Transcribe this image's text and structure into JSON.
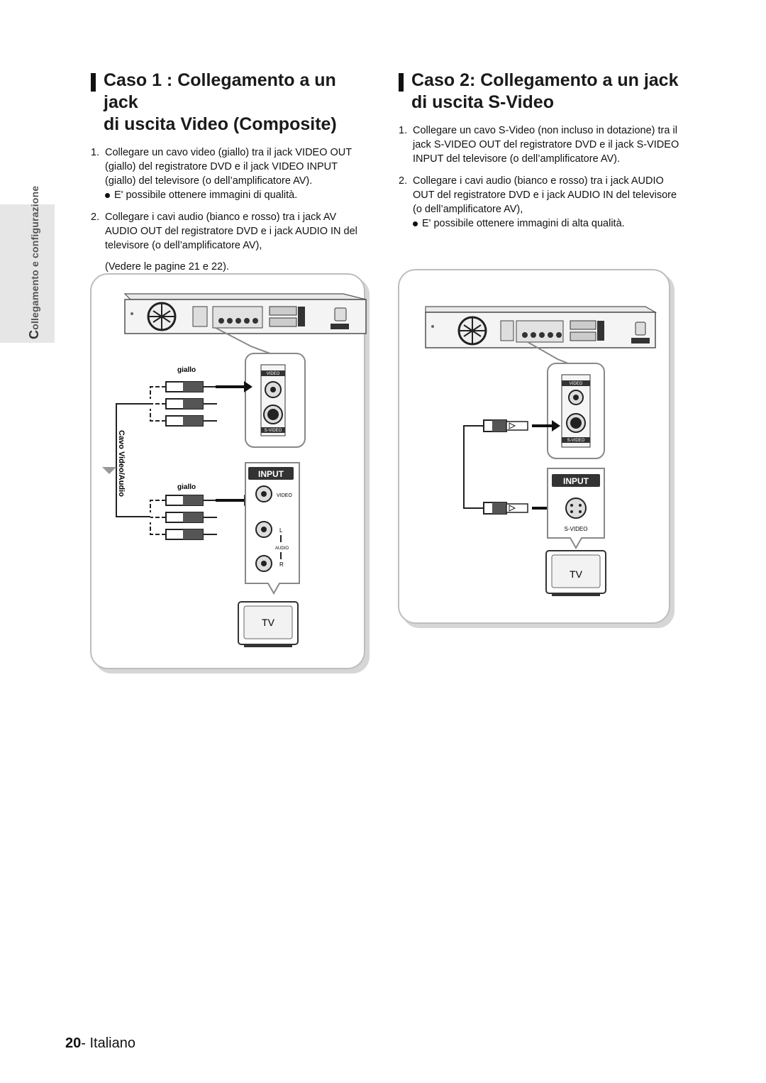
{
  "side_tab": {
    "first_letter": "C",
    "rest": "ollegamento e configurazione"
  },
  "case1": {
    "title_line1": "Caso 1 : Collegamento a un jack",
    "title_line2": "di uscita Video (Composite)",
    "step1_num": "1.",
    "step1_text": "Collegare un cavo video (giallo) tra il jack VIDEO OUT (giallo) del registratore DVD e il jack VIDEO INPUT (giallo) del televisore (o dell’amplificatore AV).",
    "step1_bullet": "E' possibile ottenere immagini di qualità.",
    "step2_num": "2.",
    "step2_text": "Collegare i cavi audio (bianco e rosso) tra i jack AV AUDIO OUT del registratore DVD e i jack AUDIO IN del televisore (o dell’amplificatore AV),",
    "step2_note": "(Vedere le pagine 21 e 22).",
    "diagram": {
      "label_giallo_top": "giallo",
      "label_giallo_bottom": "giallo",
      "cable_label": "Cavo Video/Audio",
      "jack_video": "VIDEO",
      "jack_svideo": "S-VIDEO",
      "input_badge": "INPUT",
      "input_video": "VIDEO",
      "input_l": "L",
      "input_audio": "AUDIO",
      "input_r": "R",
      "tv_label": "TV"
    }
  },
  "case2": {
    "title_line1": "Caso 2: Collegamento a un jack",
    "title_line2": "di uscita S-Video",
    "step1_num": "1.",
    "step1_text": "Collegare un cavo S-Video (non incluso in dotazione) tra il jack S-VIDEO OUT del registratore DVD e il jack S-VIDEO INPUT del televisore (o dell’amplificatore AV).",
    "step2_num": "2.",
    "step2_text": "Collegare i cavi audio (bianco e rosso) tra i jack AUDIO OUT del registratore DVD e i jack AUDIO IN del televisore (o dell’amplificatore AV),",
    "step2_bullet": "E' possibile ottenere immagini di alta qualità.",
    "diagram": {
      "jack_video": "VIDEO",
      "jack_svideo": "S-VIDEO",
      "input_badge": "INPUT",
      "input_svideo": "S-VIDEO",
      "tv_label": "TV"
    }
  },
  "footer": {
    "page_number": "20",
    "separator": "-",
    "language": " Italiano"
  }
}
